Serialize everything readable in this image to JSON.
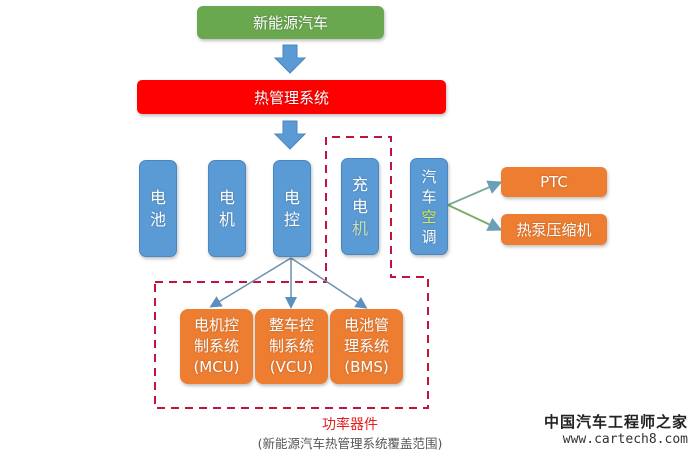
{
  "diagram": {
    "root": {
      "label": "新能源汽车",
      "color": "#6aa84f"
    },
    "system": {
      "label": "热管理系统",
      "color": "#ff0000"
    },
    "components": [
      {
        "id": "battery",
        "chars": [
          "电",
          "池"
        ]
      },
      {
        "id": "motor",
        "chars": [
          "电",
          "机"
        ]
      },
      {
        "id": "econtrol",
        "chars": [
          "电",
          "控"
        ]
      },
      {
        "id": "charger",
        "chars": [
          "充",
          "电",
          "机"
        ]
      },
      {
        "id": "aircon",
        "chars": [
          "汽",
          "车",
          "空",
          "调"
        ]
      }
    ],
    "control_units": [
      {
        "id": "mcu",
        "lines": [
          "电机控",
          "制系统",
          "(MCU)"
        ]
      },
      {
        "id": "vcu",
        "lines": [
          "整车控",
          "制系统",
          "(VCU)"
        ]
      },
      {
        "id": "bms",
        "lines": [
          "电池管",
          "理系统",
          "(BMS)"
        ]
      }
    ],
    "aircon_outputs": [
      {
        "id": "ptc",
        "label": "PTC"
      },
      {
        "id": "heatpump",
        "label": "热泵压缩机"
      }
    ],
    "power_device_label": "功率器件",
    "coverage_note": "(新能源汽车热管理系统覆盖范围)",
    "colors": {
      "component_blue": "#5b9bd5",
      "unit_orange": "#ed7d31",
      "arrow_blue": "#5b9bd5",
      "dashed_red": "#c0143c",
      "green_arrow": "#70ad47"
    }
  },
  "watermark": {
    "title": "中国汽车工程师之家",
    "url": "www.cartech8.com"
  }
}
